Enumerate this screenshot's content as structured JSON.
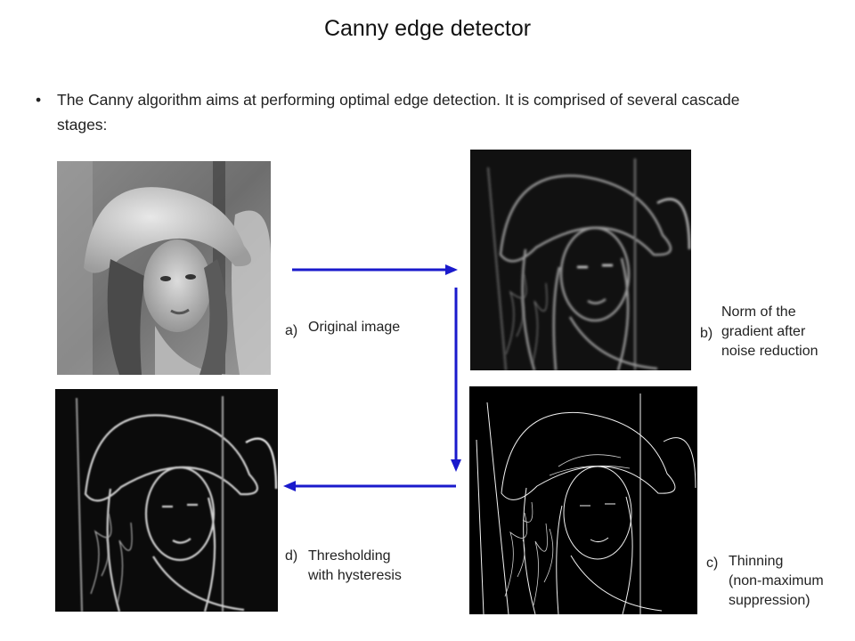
{
  "slide": {
    "title": "Canny edge detector",
    "bullet_marker": "•",
    "bullet_text": "The Canny algorithm aims at performing optimal edge detection. It is comprised of several cascade stages:"
  },
  "panels": {
    "a": {
      "letter": "a)",
      "caption": "Original image"
    },
    "b": {
      "letter": "b)",
      "caption_lines": [
        "Norm of the",
        "gradient after",
        "noise reduction"
      ]
    },
    "c": {
      "letter": "c)",
      "caption_lines": [
        "Thinning",
        "(non-maximum",
        "suppression)"
      ]
    },
    "d": {
      "letter": "d)",
      "caption_lines": [
        "Thresholding",
        "with hysteresis"
      ]
    }
  },
  "colors": {
    "arrow": "#1a1acc",
    "edge_strong": "#f2f2f2",
    "edge_soft": "#9a9a9a",
    "photo_bg": "#7d7d7d"
  }
}
